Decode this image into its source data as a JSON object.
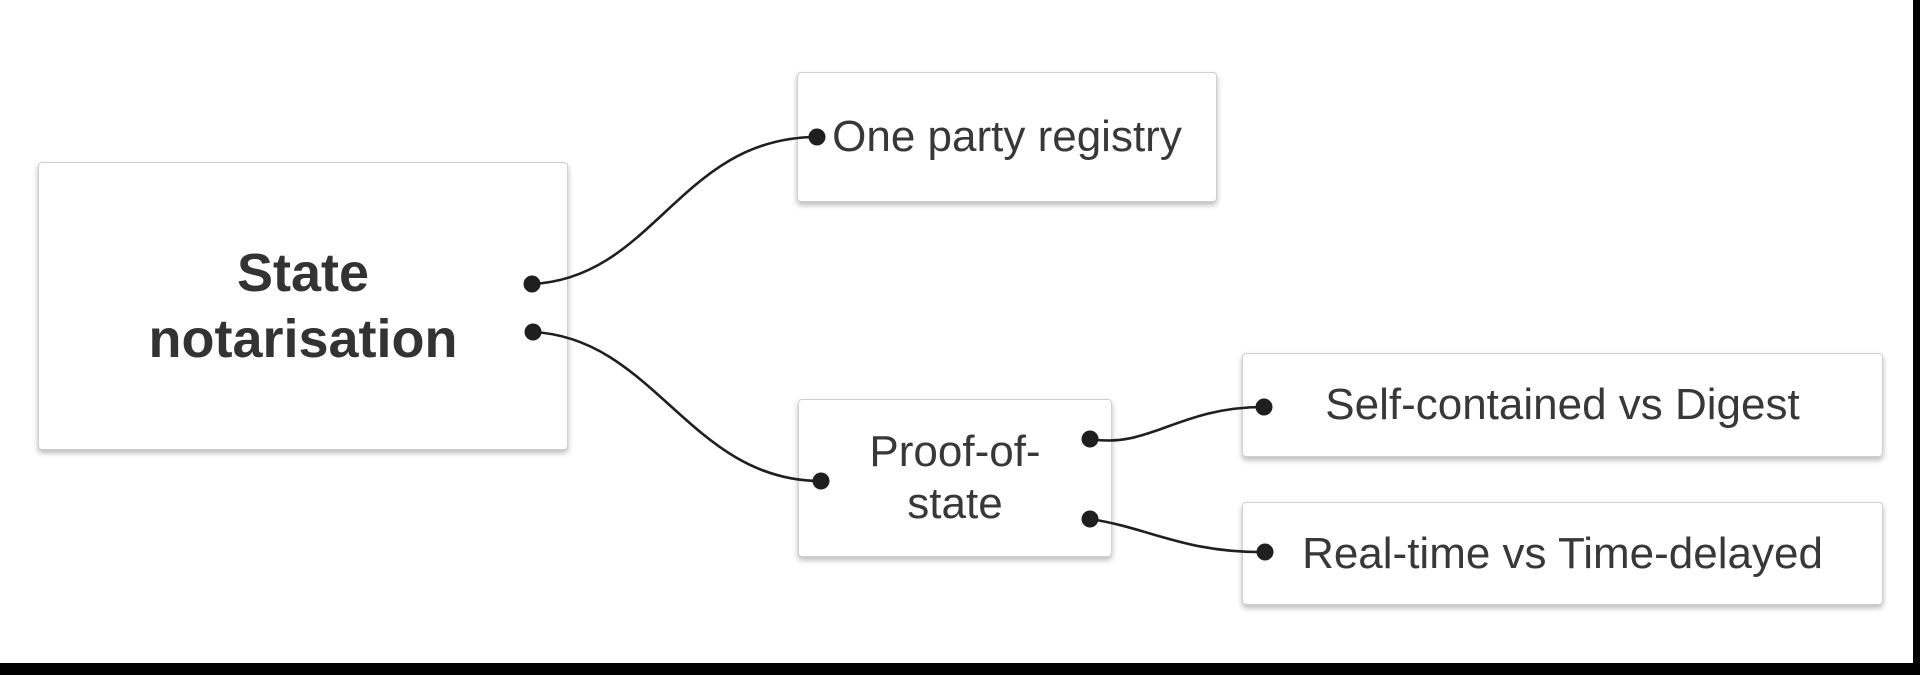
{
  "diagram": {
    "type": "mindmap",
    "colors": {
      "background": "#ffffff",
      "node_fill": "#ffffff",
      "node_border": "#cfcfcf",
      "text": "#383838",
      "root_text": "#333333",
      "connector": "#1f1f1f",
      "letterbox": "#000000"
    },
    "nodes": {
      "root": {
        "label": "State notarisation",
        "lines": [
          "State",
          "notarisation"
        ]
      },
      "one_party_registry": {
        "label": "One party registry"
      },
      "proof_of_state": {
        "label": "Proof-of-state",
        "lines": [
          "Proof-of-",
          "state"
        ]
      },
      "self_contained_vs_digest": {
        "label": "Self-contained vs Digest"
      },
      "real_time_vs_time_delayed": {
        "label": "Real-time vs Time-delayed"
      }
    },
    "edges": [
      {
        "from": "root",
        "to": "one_party_registry"
      },
      {
        "from": "root",
        "to": "proof_of_state"
      },
      {
        "from": "proof_of_state",
        "to": "self_contained_vs_digest"
      },
      {
        "from": "proof_of_state",
        "to": "real_time_vs_time_delayed"
      }
    ]
  }
}
